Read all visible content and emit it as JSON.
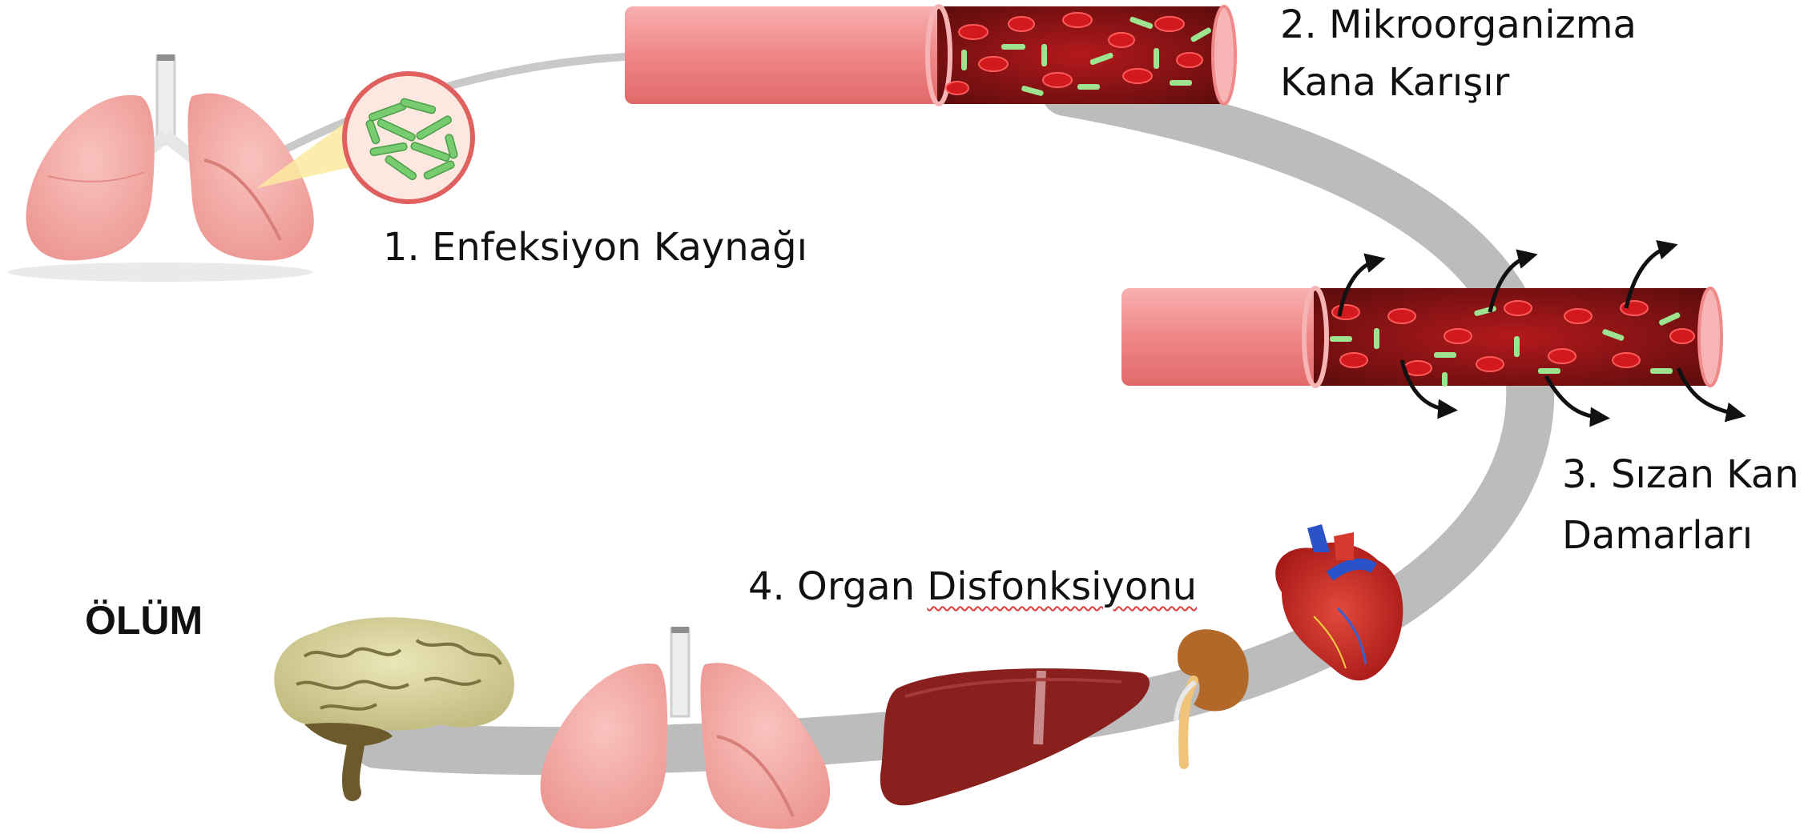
{
  "steps": {
    "step1": "1. Enfeksiyon Kaynağı",
    "step2_line1": "2. Mikroorganizma",
    "step2_line2": "Kana Karışır",
    "step3_line1": "3. Sızan Kan",
    "step3_line2": "Damarları",
    "step4_prefix": "4. Organ ",
    "step4_word": "Disfonksiyonu"
  },
  "end_label": "ÖLÜM",
  "colors": {
    "path": "#bcbcbc",
    "vessel": "#f08a8a",
    "vessel_dark": "#8e1a1a",
    "blood_cell": "#c8151b",
    "bacteria": "#7fd27a",
    "lung": "#f3a6a2",
    "liver": "#8c2320",
    "heart": "#c8231f",
    "brain": "#d8d39a",
    "kidney": "#b86b2a"
  }
}
